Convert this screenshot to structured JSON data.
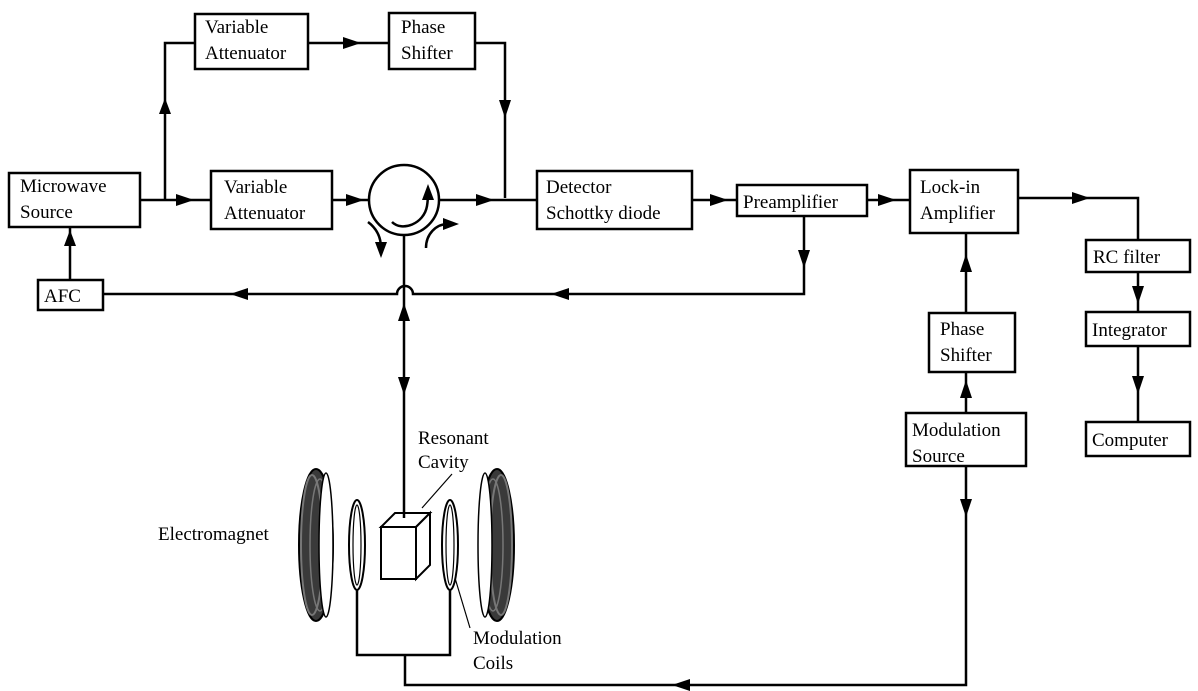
{
  "blocks": {
    "microwave_source": [
      "Microwave",
      "Source"
    ],
    "afc": [
      "AFC"
    ],
    "variable_attenuator_top": [
      "Variable",
      "Attenuator"
    ],
    "phase_shifter_top": [
      "Phase",
      "Shifter"
    ],
    "variable_attenuator_mid": [
      "Variable",
      "Attenuator"
    ],
    "detector": [
      "Detector",
      "Schottky diode"
    ],
    "preamplifier": [
      "Preamplifier"
    ],
    "lockin_amplifier": [
      "Lock-in",
      "Amplifier"
    ],
    "rc_filter": [
      "RC filter"
    ],
    "integrator": [
      "Integrator"
    ],
    "computer": [
      "Computer"
    ],
    "phase_shifter_right": [
      "Phase",
      "Shifter"
    ],
    "modulation_source": [
      "Modulation",
      "Source"
    ]
  },
  "labels": {
    "resonant_cavity": [
      "Resonant",
      "Cavity"
    ],
    "electromagnet": [
      "Electromagnet"
    ],
    "modulation_coils": [
      "Modulation",
      "Coils"
    ]
  },
  "colors": {
    "line": "#000000",
    "background": "#ffffff",
    "magnet_dark": "#3a3a3a",
    "magnet_mid": "#777777"
  },
  "icons": {
    "circulator": "circulator-icon",
    "resonant_cavity": "cavity-box-icon",
    "electromagnet": "electromagnet-pole-icon",
    "modulation_coil": "modulation-coil-icon"
  }
}
